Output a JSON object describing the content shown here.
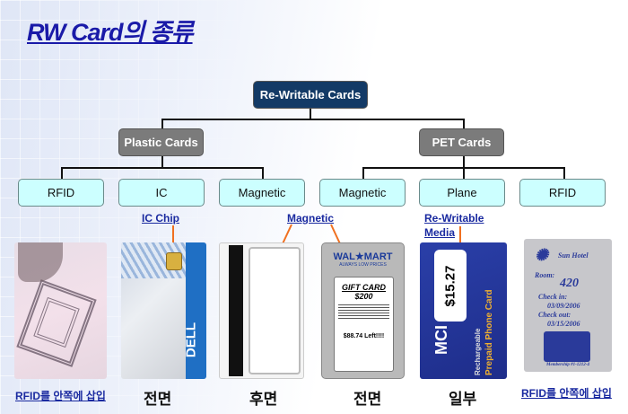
{
  "title": "RW Card의 종류",
  "tree": {
    "root": "Re-Writable Cards",
    "plastic": {
      "label": "Plastic Cards",
      "children": [
        "RFID",
        "IC",
        "Magnetic"
      ]
    },
    "pet": {
      "label": "PET Cards",
      "children": [
        "Magnetic",
        "Plane",
        "RFID"
      ]
    }
  },
  "callouts": {
    "ic_chip": "IC Chip",
    "magnetic": "Magnetic",
    "rewritable_line1": "Re-Writable",
    "rewritable_line2": "Media"
  },
  "cards": {
    "walmart": {
      "brand": "WAL★MART",
      "slogan": "ALWAYS LOW PRICES",
      "gift": "GIFT CARD",
      "amount": "$200",
      "left": "$88.74 Left!!!!"
    },
    "mci": {
      "price": "$15.27",
      "brand": "MCI",
      "text1": "Rechargeable",
      "text2": "Prepaid Phone Card"
    },
    "dell": {
      "brand": "DELL"
    },
    "hotel": {
      "name": "Sun Hotel",
      "room_label": "Room:",
      "room": "420",
      "checkin_label": "Check in:",
      "checkin": "03/09/2006",
      "checkout_label": "Check out:",
      "checkout": "03/15/2006",
      "membership": "Membership #1-1212-4"
    }
  },
  "captions": [
    "RFID를 안쪽에 삽입",
    "전면",
    "후면",
    "전면",
    "일부",
    "RFID를 안쪽에 삽입"
  ],
  "colors": {
    "root": "#133a66",
    "mid": "#7b7b7b",
    "leaf": "#ccffff",
    "link": "#1a2aa0",
    "arrow": "#f07020"
  }
}
